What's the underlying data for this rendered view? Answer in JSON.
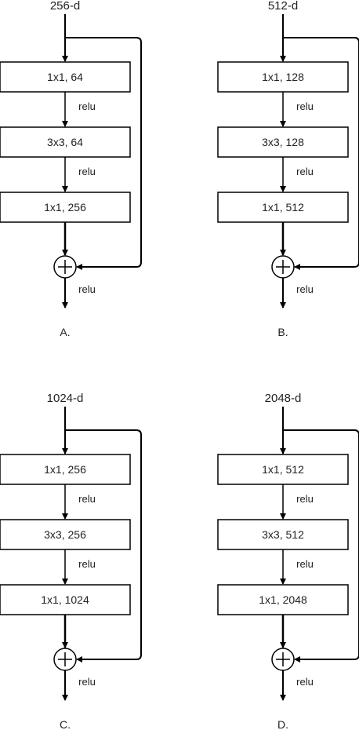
{
  "blocks": [
    {
      "id": "A",
      "input_label": "256-d",
      "caption": "A.",
      "layers": [
        "1x1, 64",
        "3x3, 64",
        "1x1, 256"
      ],
      "relu": [
        "relu",
        "relu",
        "relu"
      ]
    },
    {
      "id": "B",
      "input_label": "512-d",
      "caption": "B.",
      "layers": [
        "1x1, 128",
        "3x3, 128",
        "1x1, 512"
      ],
      "relu": [
        "relu",
        "relu",
        "relu"
      ]
    },
    {
      "id": "C",
      "input_label": "1024-d",
      "caption": "C.",
      "layers": [
        "1x1, 256",
        "3x3, 256",
        "1x1, 1024"
      ],
      "relu": [
        "relu",
        "relu",
        "relu"
      ]
    },
    {
      "id": "D",
      "input_label": "2048-d",
      "caption": "D.",
      "layers": [
        "1x1, 512",
        "3x3, 512",
        "1x1, 2048"
      ],
      "relu": [
        "relu",
        "relu",
        "relu"
      ]
    }
  ]
}
